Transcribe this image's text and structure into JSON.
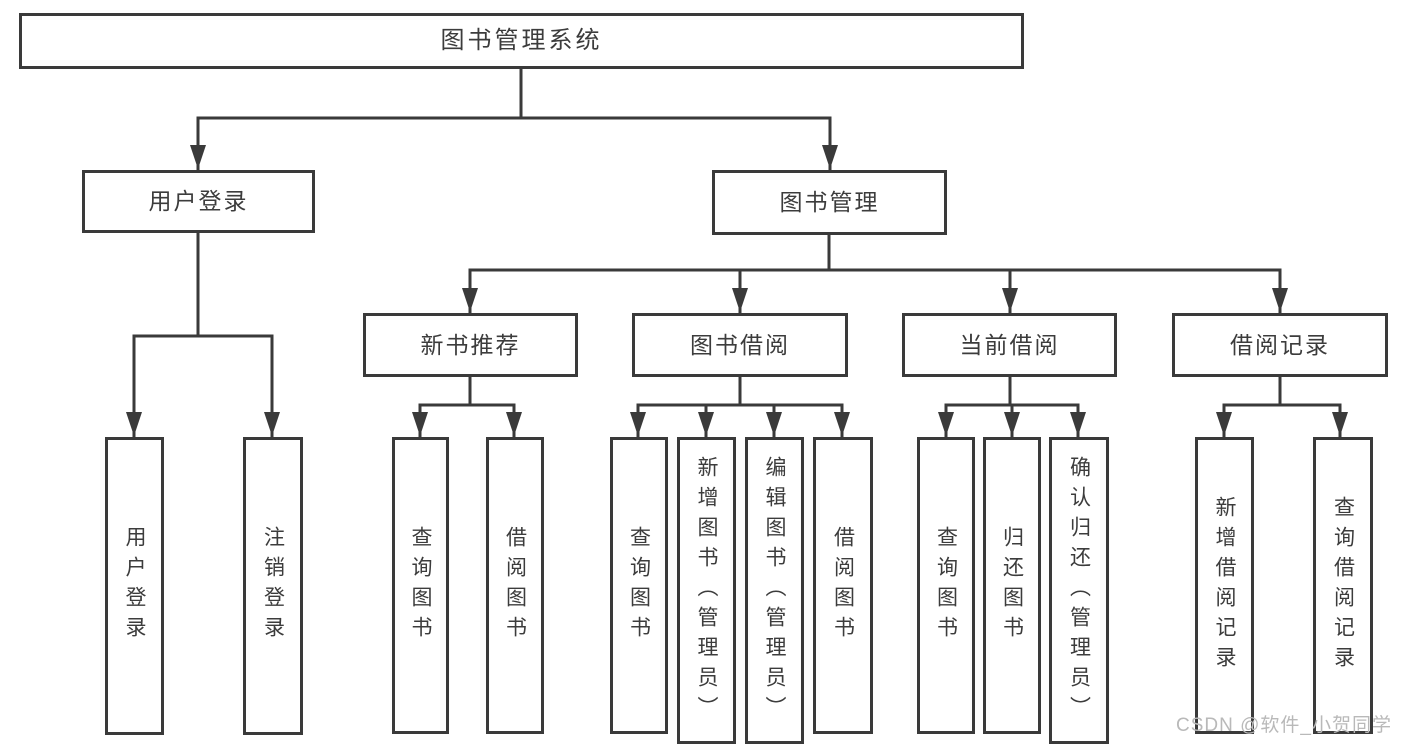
{
  "title": {
    "label": "图书管理系统"
  },
  "branches": {
    "user_login": {
      "label": "用户登录"
    },
    "book_mgmt": {
      "label": "图书管理"
    }
  },
  "modules": {
    "new_books": {
      "label": "新书推荐"
    },
    "book_borrow": {
      "label": "图书借阅"
    },
    "current_borrow": {
      "label": "当前借阅"
    },
    "borrow_records": {
      "label": "借阅记录"
    }
  },
  "functions": {
    "user_login": {
      "label": "用户登录"
    },
    "logout": {
      "label": "注销登录"
    },
    "nb_query_books": {
      "label": "查询图书"
    },
    "nb_borrow_books": {
      "label": "借阅图书"
    },
    "bb_query_books": {
      "label": "查询图书"
    },
    "bb_add_books": {
      "label": "新增图书（管理员）"
    },
    "bb_edit_books": {
      "label": "编辑图书（管理员）"
    },
    "bb_borrow_books": {
      "label": "借阅图书"
    },
    "cb_query_books": {
      "label": "查询图书"
    },
    "cb_return_books": {
      "label": "归还图书"
    },
    "cb_confirm_return": {
      "label": "确认归还（管理员）"
    },
    "br_add_record": {
      "label": "新增借阅记录"
    },
    "br_query_record": {
      "label": "查询借阅记录"
    }
  },
  "watermark": {
    "text": "CSDN @软件_小贺同学"
  },
  "colors": {
    "line": "#3a3a3a",
    "text": "#3c3c3c",
    "background": "#ffffff",
    "watermark": "#b9b9b9"
  }
}
